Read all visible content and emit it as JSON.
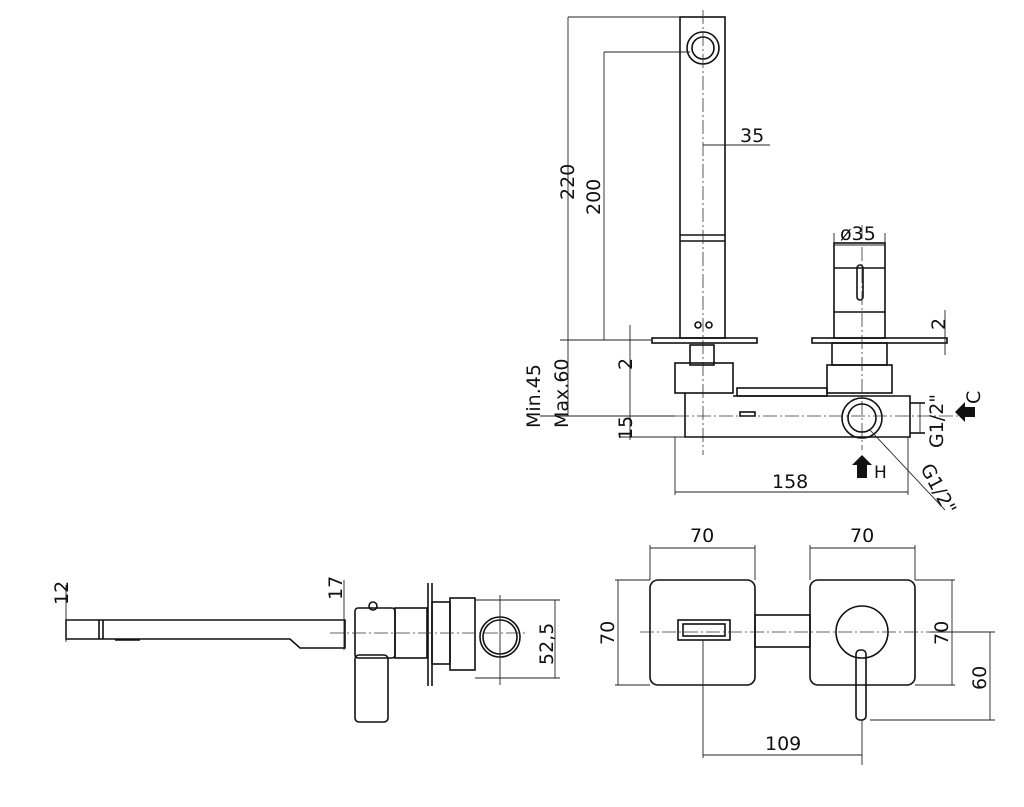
{
  "title": "Wall-mounted basin mixer technical drawing",
  "top_view": {
    "dim_220": "220",
    "dim_200": "200",
    "dim_35": "35",
    "dim_d35": "ø35",
    "dim_2_right": "2",
    "dim_2_left": "2",
    "dim_min": "Min.45",
    "dim_max": "Max.60",
    "dim_15": "15",
    "dim_158": "158",
    "thread_c": "G1/2\"",
    "thread_h": "G1/2\"",
    "label_c": "C",
    "label_h": "H"
  },
  "side_view": {
    "dim_12": "12",
    "dim_17": "17",
    "dim_52_5": "52,5"
  },
  "front_view": {
    "dim_70_top_left": "70",
    "dim_70_top_right": "70",
    "dim_70_left": "70",
    "dim_70_right": "70",
    "dim_60": "60",
    "dim_109": "109"
  }
}
